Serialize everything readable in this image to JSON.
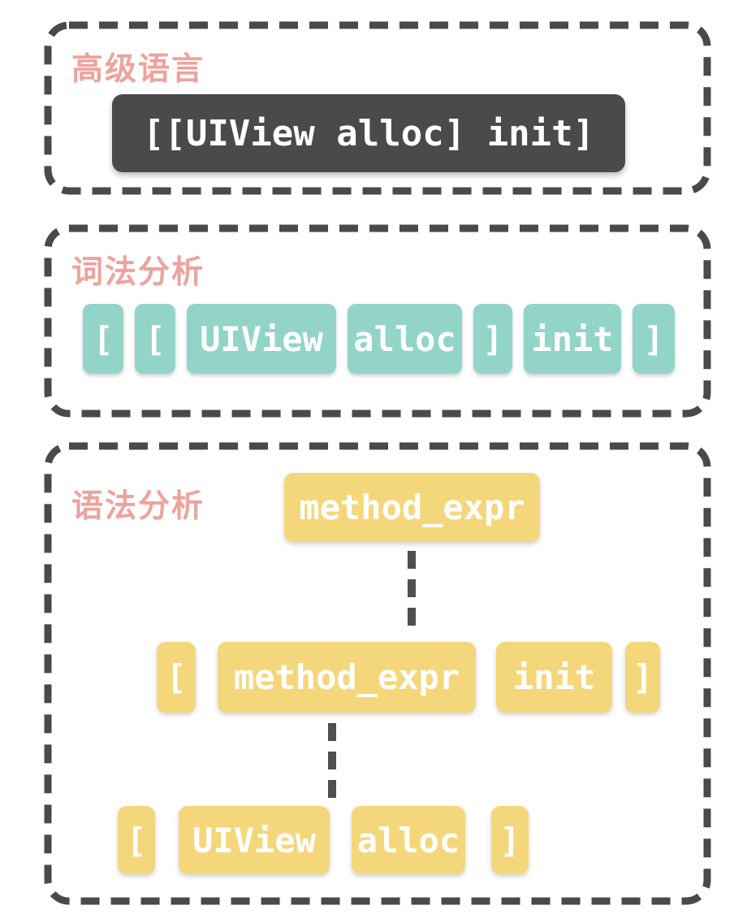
{
  "colors": {
    "background": "#FFFFFF",
    "label_text": "#EDA39C",
    "frame_stroke": "#4A4A4A",
    "code_box_bg": "#4A4A4A",
    "lex_token_bg": "#92D5C8",
    "parse_node_bg": "#F5D77B",
    "token_text": "#FFFFFF"
  },
  "sections": {
    "source": {
      "label": "高级语言",
      "code": "[[UIView alloc] init]"
    },
    "lexing": {
      "label": "词法分析",
      "tokens": [
        "[",
        "[",
        "UIView",
        "alloc",
        "]",
        "init",
        "]"
      ]
    },
    "parsing": {
      "label": "语法分析",
      "tree": {
        "root": "method_expr",
        "level2": [
          "[",
          "method_expr",
          "init",
          "]"
        ],
        "level3": [
          "[",
          "UIView",
          "alloc",
          "]"
        ]
      }
    }
  }
}
